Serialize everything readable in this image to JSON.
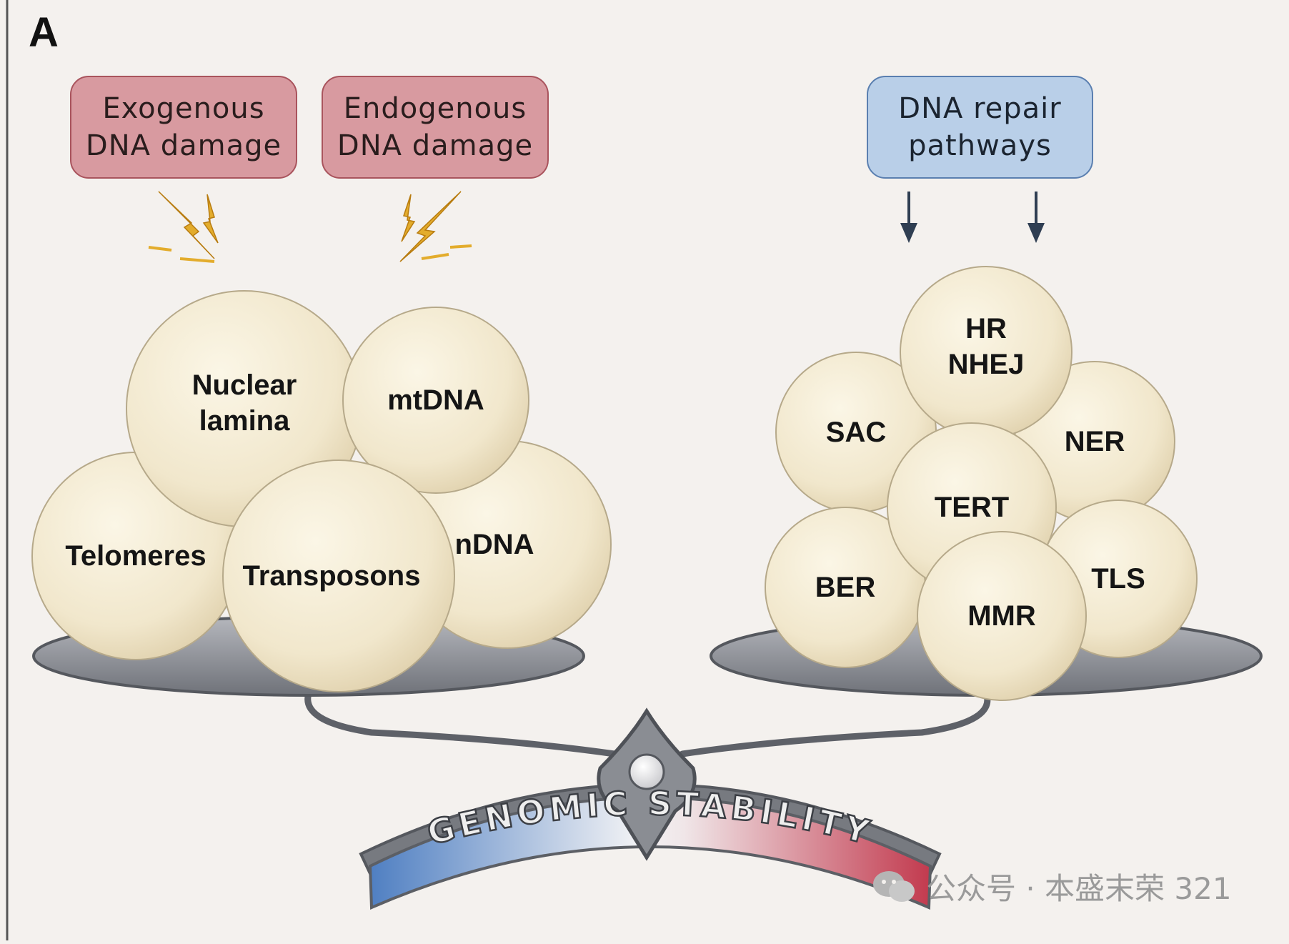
{
  "panel_label": "A",
  "damage_boxes": [
    {
      "line1": "Exogenous",
      "line2": "DNA damage"
    },
    {
      "line1": "Endogenous",
      "line2": "DNA damage"
    }
  ],
  "repair_box": {
    "line1": "DNA repair",
    "line2": "pathways"
  },
  "left_spheres": [
    {
      "line1": "Nuclear",
      "line2": "lamina"
    },
    {
      "line1": "mtDNA",
      "line2": ""
    },
    {
      "line1": "nDNA",
      "line2": ""
    },
    {
      "line1": "Telomeres",
      "line2": ""
    },
    {
      "line1": "Transposons",
      "line2": ""
    }
  ],
  "right_spheres": [
    {
      "line1": "HR",
      "line2": "NHEJ"
    },
    {
      "line1": "SAC",
      "line2": ""
    },
    {
      "line1": "NER",
      "line2": ""
    },
    {
      "line1": "TERT",
      "line2": ""
    },
    {
      "line1": "BER",
      "line2": ""
    },
    {
      "line1": "TLS",
      "line2": ""
    },
    {
      "line1": "MMR",
      "line2": ""
    }
  ],
  "scale_label": "GENOMIC STABILITY",
  "watermark": "公众号 · 本盛末荣 321",
  "colors": {
    "damage_fill": "#d89aa0",
    "repair_fill": "#b9cfe8",
    "sphere_fill": "#f2e9d0",
    "bolt": "#e0a92a",
    "arc_left": "#5b86c4",
    "arc_right": "#c5485a"
  },
  "icons": [
    "lightning-bolt-icon",
    "down-arrow-icon",
    "wechat-icon"
  ]
}
